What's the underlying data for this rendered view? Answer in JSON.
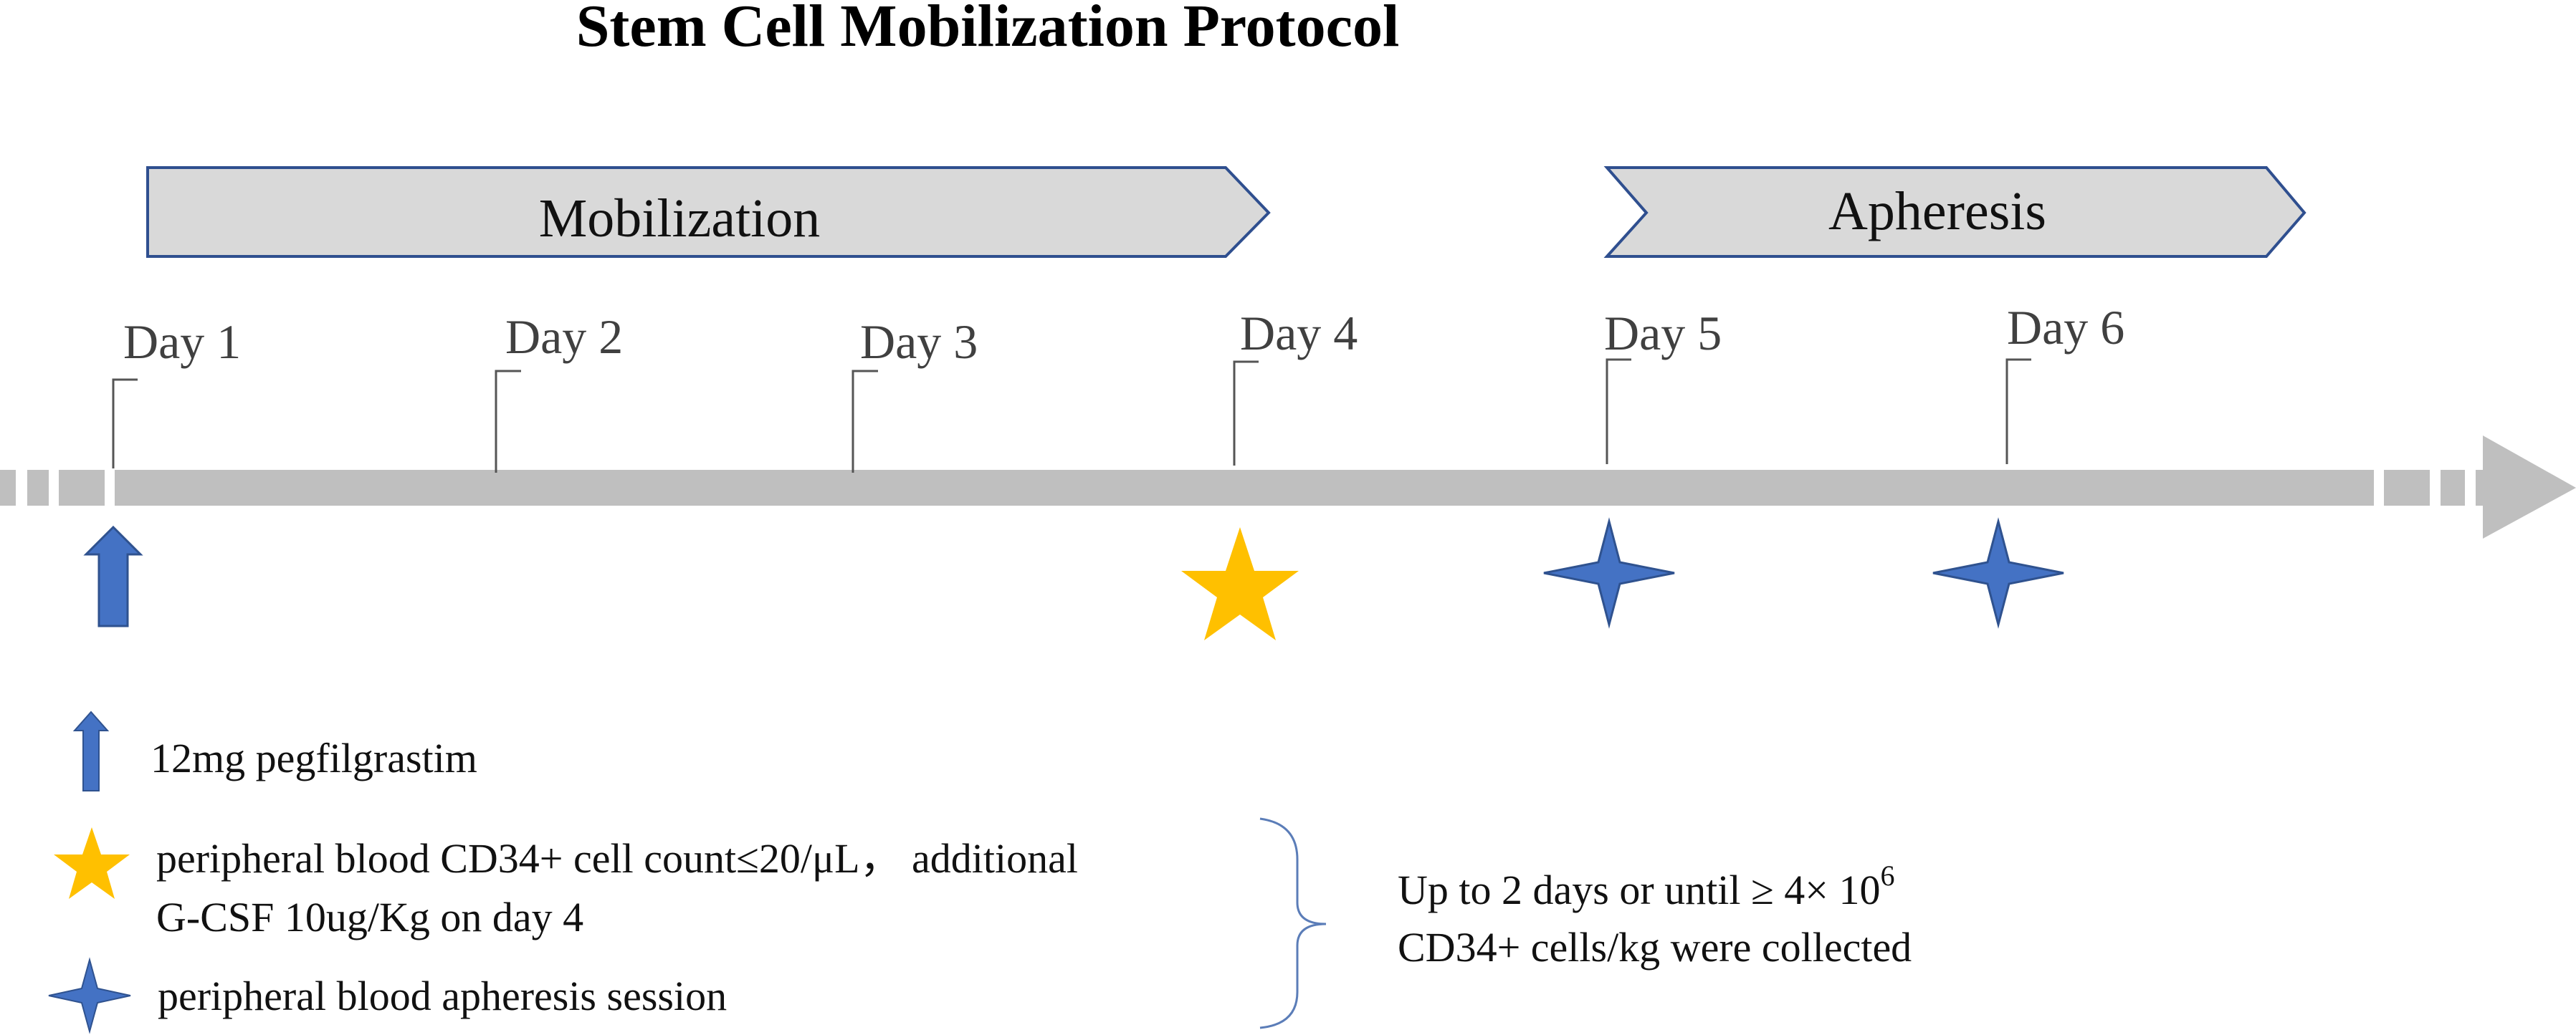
{
  "title": "Stem Cell Mobilization Protocol",
  "phases": [
    {
      "label": "Mobilization",
      "shape": "arrow"
    },
    {
      "label": "Apheresis",
      "shape": "chevron"
    }
  ],
  "days": [
    "Day 1",
    "Day 2",
    "Day 3",
    "Day 4",
    "Day 5",
    "Day 6"
  ],
  "events": [
    {
      "day": "Day 1",
      "marker": "up-arrow-icon"
    },
    {
      "day": "Day 4",
      "marker": "star-icon"
    },
    {
      "day": "Day 5",
      "marker": "four-point-star-icon"
    },
    {
      "day": "Day 6",
      "marker": "four-point-star-icon"
    }
  ],
  "legend": {
    "pegfilgrastim": "12mg pegfilgrastim",
    "cd34_line1": "peripheral blood CD34+ cell count≤20/μL， additional",
    "cd34_line2": "G-CSF 10ug/Kg on day 4",
    "apheresis": "peripheral blood apheresis session"
  },
  "note": {
    "line1": "Up to 2 days or until ≥ 4× 10",
    "superscript": "6",
    "line2": "CD34+ cells/kg were collected"
  },
  "colors": {
    "timeline": "#BFBFBF",
    "phase_fill": "#D9D9D9",
    "phase_border": "#2F4F8F",
    "arrow_blue": "#4472C4",
    "star_gold": "#FFC000",
    "brace": "#5B7DB8"
  }
}
